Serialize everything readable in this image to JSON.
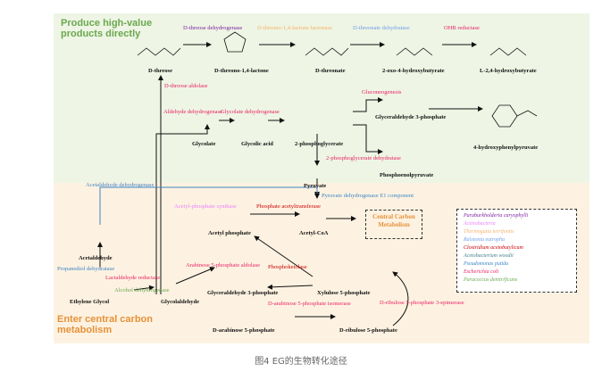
{
  "sections": {
    "top_title": "Produce high-value products directly",
    "bottom_title": "Enter central carbon metabolism"
  },
  "compounds": {
    "d_threose": "D-threose",
    "d_threono_lactone": "D-threono-1,4-lactone",
    "d_threonate": "D-threonate",
    "oxo_hydroxybutyrate": "2-oxo-4-hydroxybutyrate",
    "l_hydroxybutyrate": "L-2,4-hydroxybutyrate",
    "glycolate": "Glycolate",
    "glycolic_acid": "Glycolic acid",
    "phosphoglycerate": "2-phosphoglycerate",
    "glyceraldehyde_3p_top": "Glyceraldehyde 3-phosphate",
    "hydroxyphenylpyruvate": "4-hydroxyphenylpyruvate",
    "pyruvate": "Pyruvate",
    "phosphoenolpyruvate": "Phosphoenolpyruvate",
    "acetyl_phosphate": "Acetyl phosphate",
    "acetyl_coa": "Acetyl-CoA",
    "acetaldehyde": "Acetaldehyde",
    "ethylene_glycol": "Ethylene Glycol",
    "glycolaldehyde": "Glycolaldehyde",
    "glyceraldehyde_3p_bottom": "Glyceraldehyde 3-phosphate",
    "xylulose_5p": "Xylulose 5-phosphate",
    "d_arabinose_5p": "D-arabinose 5-phosphate",
    "d_ribulose_5p": "D-ribulose 5-phosphate"
  },
  "enzymes": {
    "d_threose_dh": "D-threose dehydrogenase",
    "lactonase": "D-threono-1,4-lactone lactonase",
    "threonate_dh": "D-threonate dehydratase",
    "ohb_reductase": "OHB reductase",
    "threose_aldolase": "D-threose aldolase",
    "aldehyde_dh": "Aldehyde dehydrogenase",
    "glycolate_dh": "Glycolate dehydrogenase",
    "gluconeogenesis": "Gluconeogenesis",
    "pg_dehydratase": "2-phosphoglycerate dehydratase",
    "acetaldehyde_dh": "Acetaldehyde dehydrogenase",
    "acetyl_p_synthase": "Acetyl-phosphate synthase",
    "phosphate_acetyltransferase": "Phosphate acetyltransferase",
    "pyruvate_dh": "Pyruvate dehydrogenase E1 component",
    "propanediol_dh": "Propanediol dehydratase",
    "lactaldehyde_reductase": "Lactaldehyde reductase",
    "alcohol_dh": "Alcohol dehydrogenase",
    "arabinose_aldolase": "Arabinose 5-phosphate aldolase",
    "phosphoketolase": "Phosphoketolase",
    "ribulose_epimerase": "D-ribulose 5-phosphate 3-epimerase",
    "arabinose_isomerase": "D-arabinose 5-phosphate isomerase"
  },
  "central": "Central Carbon Metabolism",
  "legend": [
    {
      "name": "Paraburkholderia caryophylli",
      "color": "#7b1fa2"
    },
    {
      "name": "Actinobacteria",
      "color": "#ea80fc"
    },
    {
      "name": "Thermogutta terrifontis",
      "color": "#f6b26b"
    },
    {
      "name": "Ralstonia eutropha",
      "color": "#6d9eeb"
    },
    {
      "name": "Clostridium acetobutylicum",
      "color": "#cc0000"
    },
    {
      "name": "Acetobacterium woodii",
      "color": "#45818e"
    },
    {
      "name": "Pseudomonas putida",
      "color": "#3d85c6"
    },
    {
      "name": "Escherichia coli",
      "color": "#e91e63"
    },
    {
      "name": "Paracoccus denitrificans",
      "color": "#6aa84f"
    }
  ],
  "caption": "图4 EG的生物转化途径"
}
